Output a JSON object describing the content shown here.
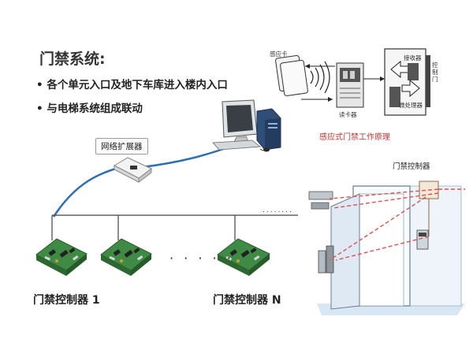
{
  "diagram": {
    "title": "门禁系统:",
    "bullets": [
      "• 各个单元入口及地下车库进入楼内入口",
      "• 与电梯系统组成联动"
    ],
    "hub_label": "网络扩展器",
    "principle_caption": "感应式门禁工作原理",
    "principle_labels": {
      "card": "感应卡",
      "reader": "读卡器",
      "receiver": "接收器",
      "processor": "微处理器",
      "lock": "控制门"
    },
    "controllers": [
      {
        "label": "门禁控制器  1"
      },
      {
        "label": "门禁控制器 N"
      }
    ],
    "ellipsis": "· · · · ·",
    "bus_ellipsis": "........",
    "door_label": "门禁控制器",
    "colors": {
      "network_cable": "#2f6fb0",
      "board_green": "#3f8a45",
      "laser_red": "#d9534f",
      "door_blue": "#c9dcef"
    }
  }
}
